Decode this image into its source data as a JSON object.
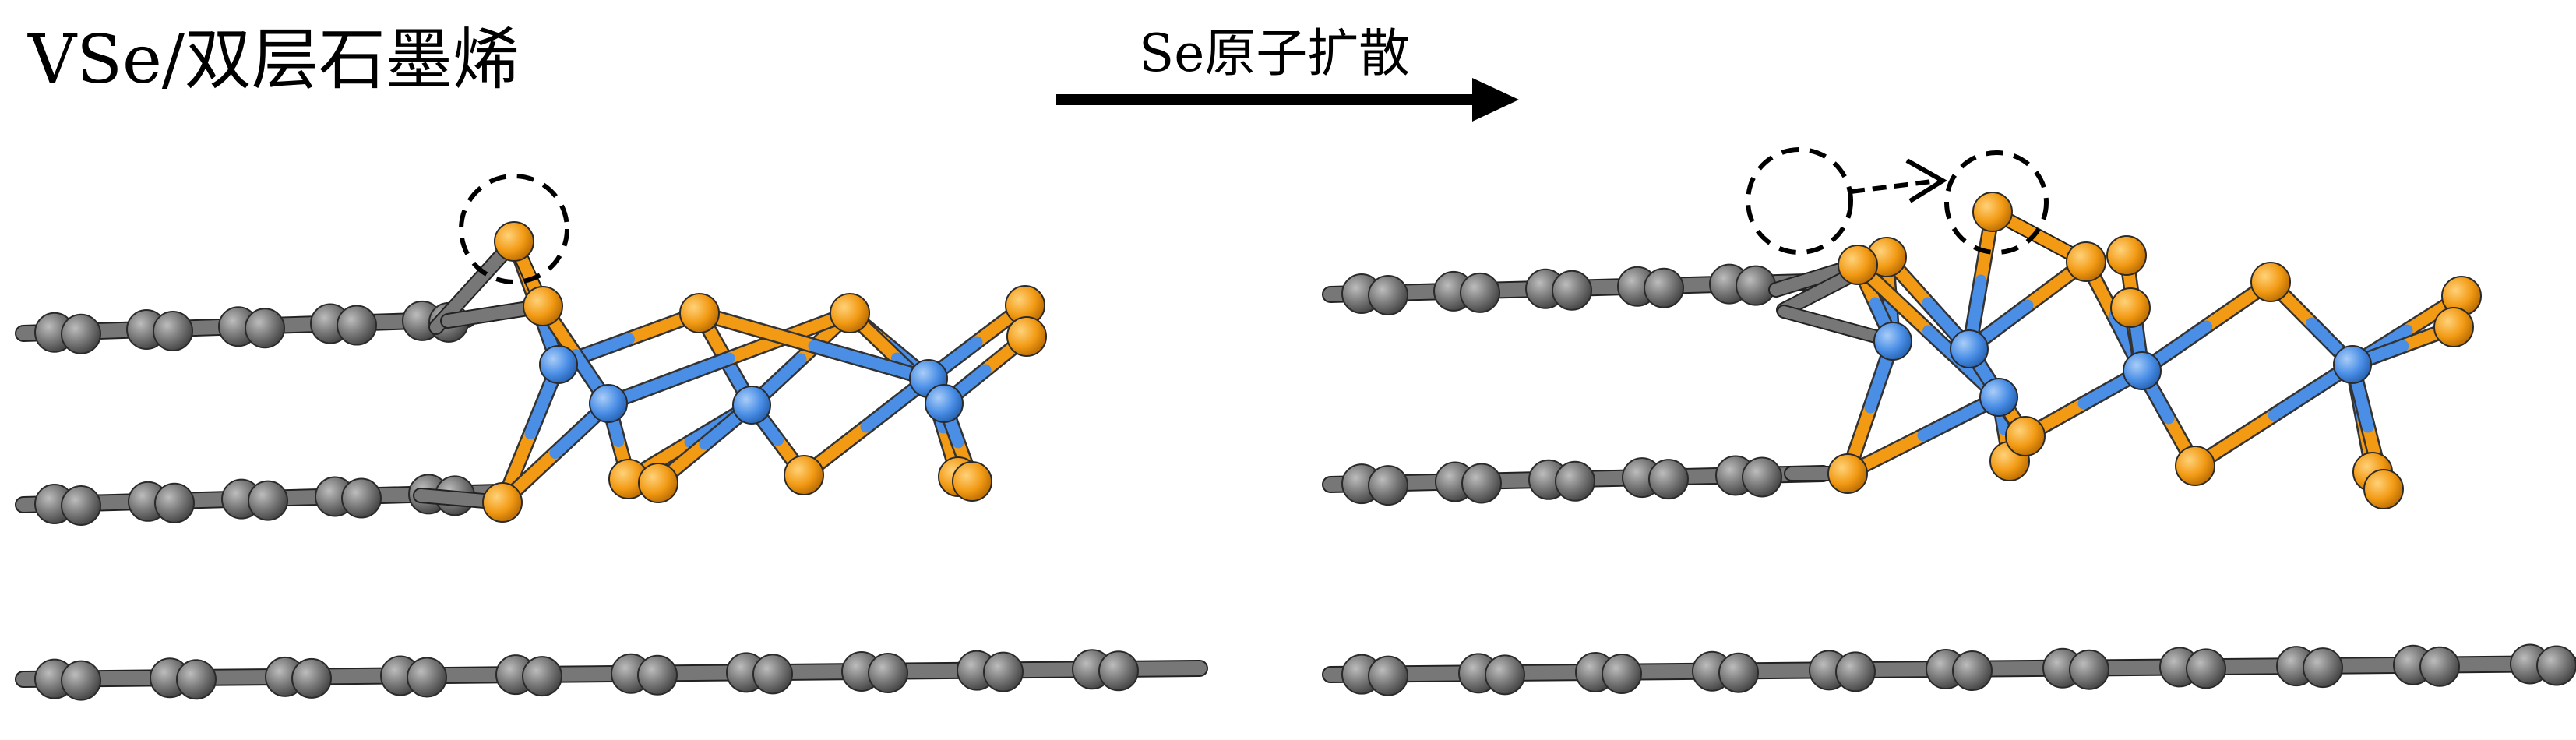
{
  "title": "VSe/双层石墨烯",
  "arrow_label": "Se原子扩散",
  "colors": {
    "carbon": "#777777",
    "carbon_dark": "#3a3a3a",
    "selenium": "#f29a14",
    "vanadium": "#4a8ee6",
    "outline": "#000000"
  },
  "annotations": {
    "marker_style": "dashed-circle",
    "migration_arrow": "dashed-arrow"
  }
}
